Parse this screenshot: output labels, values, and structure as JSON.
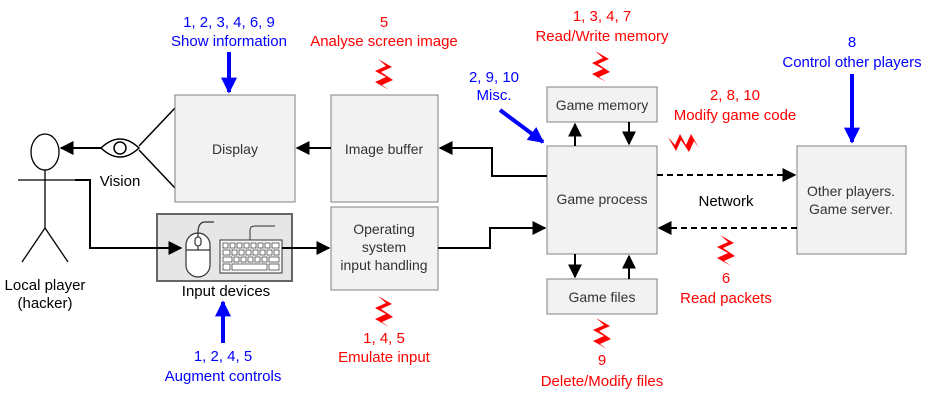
{
  "colors": {
    "box_fill": "#f2f2f2",
    "box_stroke": "#808080",
    "line": "#000000",
    "red": "#ff0000",
    "blue": "#0000ff",
    "device_fill": "#e6e6e6",
    "device_stroke": "#666666"
  },
  "boxes": {
    "display": "Display",
    "image_buffer": "Image buffer",
    "os_input": [
      "Operating",
      "system",
      "input handling"
    ],
    "game_memory": "Game memory",
    "game_process": "Game process",
    "game_files": "Game files",
    "other_players": [
      "Other players.",
      "Game server."
    ]
  },
  "labels": {
    "vision": "Vision",
    "local_player": [
      "Local player",
      "(hacker)"
    ],
    "input_devices": "Input devices",
    "network": "Network"
  },
  "annotations": {
    "show_info": {
      "numbers": "1, 2, 3, 4, 6, 9",
      "text": "Show information"
    },
    "analyse": {
      "numbers": "5",
      "text": "Analyse screen image"
    },
    "misc": {
      "numbers": "2, 9, 10",
      "text": "Misc."
    },
    "read_write": {
      "numbers": "1, 3, 4, 7",
      "text": "Read/Write memory"
    },
    "modify_code": {
      "numbers": "2, 8, 10",
      "text": "Modify game code"
    },
    "control": {
      "numbers": "8",
      "text": "Control other players"
    },
    "read_packets": {
      "numbers": "6",
      "text": "Read packets"
    },
    "delete_files": {
      "numbers": "9",
      "text": "Delete/Modify files"
    },
    "emulate": {
      "numbers": "1, 4, 5",
      "text": "Emulate input"
    },
    "augment": {
      "numbers": "1, 2, 4, 5",
      "text": "Augment controls"
    }
  },
  "icons": [
    "stick-figure-icon",
    "eye-icon",
    "mouse-icon",
    "keyboard-icon",
    "lightning-icon"
  ]
}
